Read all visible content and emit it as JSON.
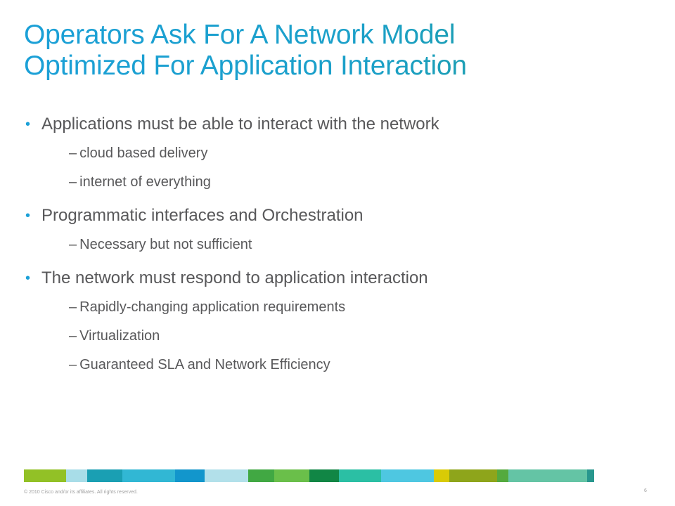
{
  "slide": {
    "title_line1": "Operators Ask For A Network Model",
    "title_line2": "Optimized For Application Interaction",
    "bullets": [
      {
        "text": "Applications must be able to interact with the network",
        "subs": [
          "cloud based delivery",
          "internet of everything"
        ]
      },
      {
        "text": "Programmatic interfaces and Orchestration",
        "subs": [
          "Necessary but not sufficient"
        ]
      },
      {
        "text": "The network must respond to application interaction",
        "subs": [
          "Rapidly-changing application requirements",
          "Virtualization",
          "Guaranteed SLA and Network Efficiency"
        ]
      }
    ],
    "bullet_glyph": "•",
    "dash_glyph": "–"
  },
  "footer": {
    "copyright": "© 2010 Cisco and/or its affiliates. All rights reserved.",
    "page_number": "6"
  },
  "colors": {
    "title_gradient_start": "#1ba0d7",
    "title_gradient_end": "#1a9a8c",
    "body_text": "#58585a",
    "bullet": "#1ba0d7",
    "footer_text": "#a0a0a0",
    "color_bar": [
      "#92c126",
      "#a8dde8",
      "#1a9fb3",
      "#31b7d4",
      "#1296cc",
      "#b2e0ea",
      "#41a843",
      "#6abf4a",
      "#118645",
      "#2bbfa4",
      "#4ec7e1",
      "#d9cb06",
      "#8ea51b",
      "#54aa3e",
      "#64c4a5",
      "#28978e"
    ]
  }
}
